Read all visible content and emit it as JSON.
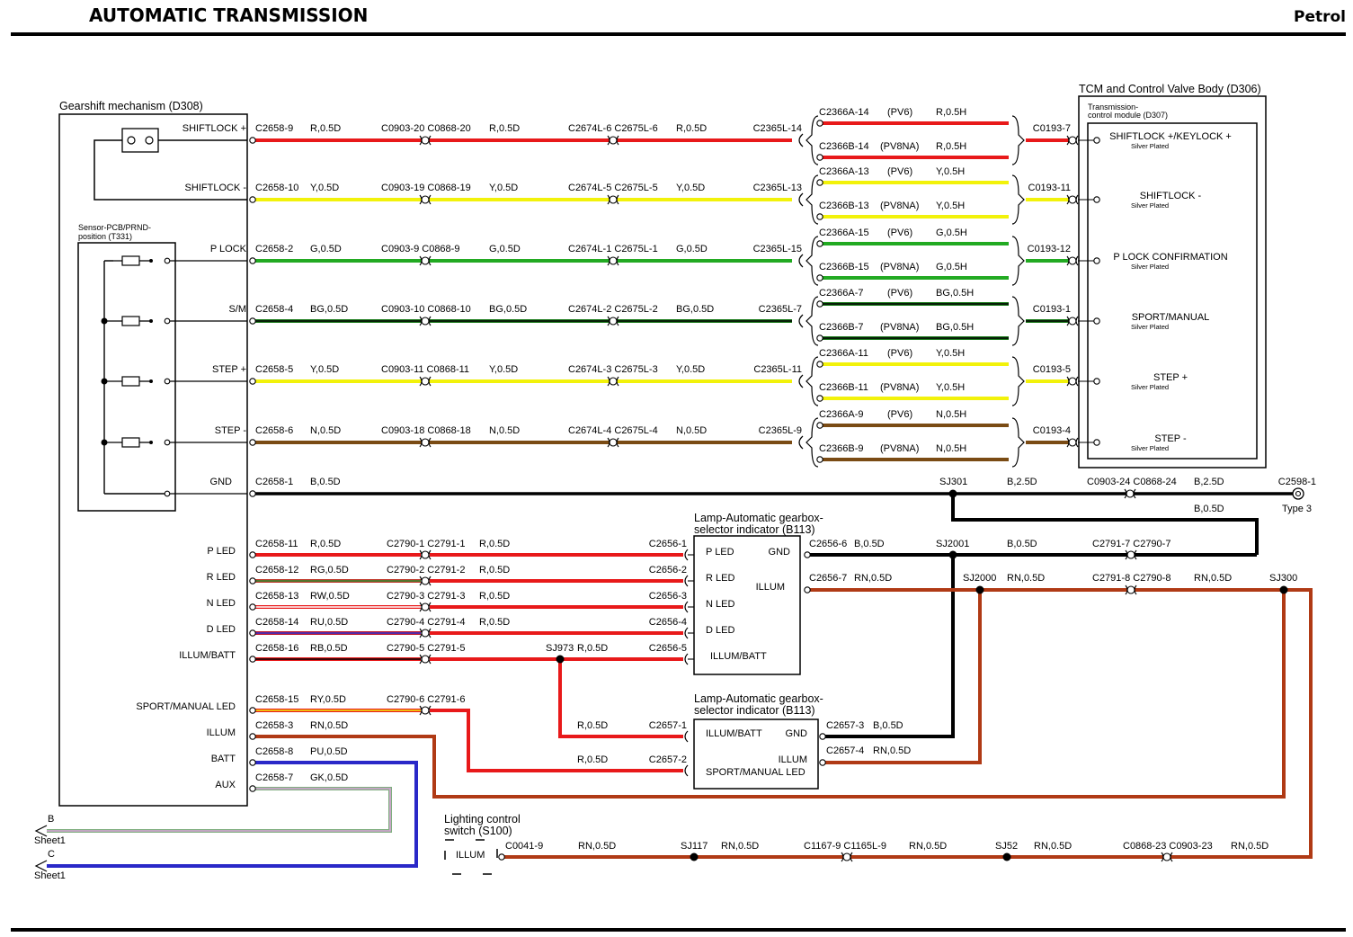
{
  "header": {
    "title": "AUTOMATIC TRANSMISSION",
    "variant": "Petrol"
  },
  "colors": {
    "R": "#e8191a",
    "Y": "#f2f20a",
    "G": "#22aa22",
    "BG_main": "#1a7a1a",
    "BG_stripe": "#000000",
    "N": "#7a4b14",
    "B": "#000000",
    "RN": "#b03a15",
    "PU": "#2a28c8",
    "RG_main": "#c0392b",
    "RG_stripe": "#2e8b2e",
    "RW_main": "#e8191a",
    "RW_stripe": "#ffffff",
    "RU_main": "#c0152a",
    "RU_stripe": "#3030d0",
    "RB_main": "#e8191a",
    "RB_stripe": "#000000",
    "RY_main": "#e8191a",
    "RY_stripe": "#f2f20a",
    "GK_main": "#7fae7f",
    "GK_stripe": "#d9a3d9"
  },
  "components": {
    "gearshift": {
      "title": "Gearshift mechanism (D308)"
    },
    "sensor": {
      "title_line1": "Sensor-PCB/PRND-",
      "title_line2": "position (T331)"
    },
    "tcm_outer": {
      "title": "TCM and Control Valve Body (D306)"
    },
    "tcm_inner": {
      "title_line1": "Transmission-",
      "title_line2": "control module (D307)"
    },
    "lamp1": {
      "title_line1": "Lamp-Automatic gearbox-",
      "title_line2": "selector indicator (B113)",
      "pins": [
        "P LED",
        "R LED",
        "N LED",
        "D LED",
        "ILLUM/BATT"
      ],
      "gnd": "GND",
      "illum": "ILLUM"
    },
    "lamp2": {
      "title_line1": "Lamp-Automatic gearbox-",
      "title_line2": "selector indicator (B113)",
      "pins": [
        "ILLUM/BATT",
        "SPORT/MANUAL LED"
      ],
      "gnd": "GND",
      "illum": "ILLUM"
    },
    "lighting": {
      "title_line1": "Lighting control",
      "title_line2": "switch (S100)",
      "pin": "ILLUM"
    }
  },
  "tcm_pins": [
    {
      "name": "SHIFTLOCK +/KEYLOCK +",
      "note": "Silver Plated"
    },
    {
      "name": "SHIFTLOCK -",
      "note": "Silver Plated"
    },
    {
      "name": "P LOCK CONFIRMATION",
      "note": "Silver Plated"
    },
    {
      "name": "SPORT/MANUAL",
      "note": "Silver Plated"
    },
    {
      "name": "STEP +",
      "note": "Silver Plated"
    },
    {
      "name": "STEP -",
      "note": "Silver Plated"
    }
  ],
  "signal_rows": [
    {
      "pin": "SHIFTLOCK +",
      "c1": "C2658-9",
      "w1": "R,0.5D",
      "c2": "C0903-20 C0868-20",
      "w2": "R,0.5D",
      "c3": "C2674L-6 C2675L-6",
      "w3": "R,0.5D",
      "c4": "C2365L-14",
      "a_conn": "C2366A-14",
      "a_var": "(PV6)",
      "a_wire": "R,0.5H",
      "b_conn": "C2366B-14",
      "b_var": "(PV8NA)",
      "b_wire": "R,0.5H",
      "tcm_conn": "C0193-7",
      "color": "R"
    },
    {
      "pin": "SHIFTLOCK -",
      "c1": "C2658-10",
      "w1": "Y,0.5D",
      "c2": "C0903-19 C0868-19",
      "w2": "Y,0.5D",
      "c3": "C2674L-5 C2675L-5",
      "w3": "Y,0.5D",
      "c4": "C2365L-13",
      "a_conn": "C2366A-13",
      "a_var": "(PV6)",
      "a_wire": "Y,0.5H",
      "b_conn": "C2366B-13",
      "b_var": "(PV8NA)",
      "b_wire": "Y,0.5H",
      "tcm_conn": "C0193-11",
      "color": "Y"
    },
    {
      "pin": "P LOCK",
      "c1": "C2658-2",
      "w1": "G,0.5D",
      "c2": "C0903-9 C0868-9",
      "w2": "G,0.5D",
      "c3": "C2674L-1 C2675L-1",
      "w3": "G,0.5D",
      "c4": "C2365L-15",
      "a_conn": "C2366A-15",
      "a_var": "(PV6)",
      "a_wire": "G,0.5H",
      "b_conn": "C2366B-15",
      "b_var": "(PV8NA)",
      "b_wire": "G,0.5H",
      "tcm_conn": "C0193-12",
      "color": "G"
    },
    {
      "pin": "S/M",
      "c1": "C2658-4",
      "w1": "BG,0.5D",
      "c2": "C0903-10 C0868-10",
      "w2": "BG,0.5D",
      "c3": "C2674L-2 C2675L-2",
      "w3": "BG,0.5D",
      "c4": "C2365L-7",
      "a_conn": "C2366A-7",
      "a_var": "(PV6)",
      "a_wire": "BG,0.5H",
      "b_conn": "C2366B-7",
      "b_var": "(PV8NA)",
      "b_wire": "BG,0.5H",
      "tcm_conn": "C0193-1",
      "color": "BG"
    },
    {
      "pin": "STEP +",
      "c1": "C2658-5",
      "w1": "Y,0.5D",
      "c2": "C0903-11 C0868-11",
      "w2": "Y,0.5D",
      "c3": "C2674L-3 C2675L-3",
      "w3": "Y,0.5D",
      "c4": "C2365L-11",
      "a_conn": "C2366A-11",
      "a_var": "(PV6)",
      "a_wire": "Y,0.5H",
      "b_conn": "C2366B-11",
      "b_var": "(PV8NA)",
      "b_wire": "Y,0.5H",
      "tcm_conn": "C0193-5",
      "color": "Y"
    },
    {
      "pin": "STEP -",
      "c1": "C2658-6",
      "w1": "N,0.5D",
      "c2": "C0903-18 C0868-18",
      "w2": "N,0.5D",
      "c3": "C2674L-4 C2675L-4",
      "w3": "N,0.5D",
      "c4": "C2365L-9",
      "a_conn": "C2366A-9",
      "a_var": "(PV6)",
      "a_wire": "N,0.5H",
      "b_conn": "C2366B-9",
      "b_var": "(PV8NA)",
      "b_wire": "N,0.5H",
      "tcm_conn": "C0193-4",
      "color": "N"
    }
  ],
  "gnd_row": {
    "pin": "GND",
    "c1": "C2658-1",
    "w1": "B,0.5D",
    "splice": "SJ301",
    "w2": "B,2.5D",
    "c2": "C0903-24 C0868-24",
    "w3": "B,2.5D",
    "end": "C2598-1",
    "end_type": "Type 3",
    "drop_wire": "B,0.5D"
  },
  "lamp_rows": [
    {
      "pin": "P LED",
      "c1": "C2658-11",
      "w1": "R,0.5D",
      "c2": "C2790-1 C2791-1",
      "w2": "R,0.5D",
      "c3": "C2656-1"
    },
    {
      "pin": "R LED",
      "c1": "C2658-12",
      "w1": "RG,0.5D",
      "c2": "C2790-2 C2791-2",
      "w2": "R,0.5D",
      "c3": "C2656-2"
    },
    {
      "pin": "N LED",
      "c1": "C2658-13",
      "w1": "RW,0.5D",
      "c2": "C2790-3 C2791-3",
      "w2": "R,0.5D",
      "c3": "C2656-3"
    },
    {
      "pin": "D LED",
      "c1": "C2658-14",
      "w1": "RU,0.5D",
      "c2": "C2790-4 C2791-4",
      "w2": "R,0.5D",
      "c3": "C2656-4"
    },
    {
      "pin": "ILLUM/BATT",
      "c1": "C2658-16",
      "w1": "RB,0.5D",
      "c2": "C2790-5 C2791-5",
      "w2": "R,0.5D",
      "c3": "C2656-5"
    }
  ],
  "sj973": {
    "splice": "SJ973",
    "wire": "R,0.5D"
  },
  "lamp1_right": {
    "gnd": {
      "conn": "C2656-6",
      "wire": "B,0.5D",
      "splice": "SJ2001",
      "wire2": "B,0.5D",
      "conn2": "C2791-7 C2790-7"
    },
    "illum": {
      "conn": "C2656-7",
      "wire": "RN,0.5D",
      "splice": "SJ2000",
      "wire2": "RN,0.5D",
      "conn2": "C2791-8 C2790-8",
      "wire3": "RN,0.5D",
      "splice2": "SJ300"
    }
  },
  "lower_rows": [
    {
      "pin": "SPORT/MANUAL LED",
      "c1": "C2658-15",
      "w1": "RY,0.5D",
      "c2": "C2790-6 C2791-6"
    },
    {
      "pin": "ILLUM",
      "c1": "C2658-3",
      "w1": "RN,0.5D"
    },
    {
      "pin": "BATT",
      "c1": "C2658-8",
      "w1": "PU,0.5D"
    },
    {
      "pin": "AUX",
      "c1": "C2658-7",
      "w1": "GK,0.5D"
    }
  ],
  "lamp2_left": {
    "illum_batt": {
      "wire": "R,0.5D",
      "conn": "C2657-1"
    },
    "sport": {
      "wire": "R,0.5D",
      "conn": "C2657-2"
    }
  },
  "lamp2_right": {
    "gnd": {
      "conn": "C2657-3",
      "wire": "B,0.5D"
    },
    "illum": {
      "conn": "C2657-4",
      "wire": "RN,0.5D"
    }
  },
  "offsheet": [
    {
      "letter": "B",
      "sheet": "Sheet1"
    },
    {
      "letter": "C",
      "sheet": "Sheet1"
    }
  ],
  "bottom_row": [
    {
      "conn": "C0041-9",
      "wire": "RN,0.5D"
    },
    {
      "splice": "SJ117",
      "wire": "RN,0.5D"
    },
    {
      "conn": "C1167-9 C1165L-9",
      "wire": "RN,0.5D"
    },
    {
      "splice": "SJ52",
      "wire": "RN,0.5D"
    },
    {
      "conn": "C0868-23 C0903-23",
      "wire": "RN,0.5D"
    }
  ]
}
